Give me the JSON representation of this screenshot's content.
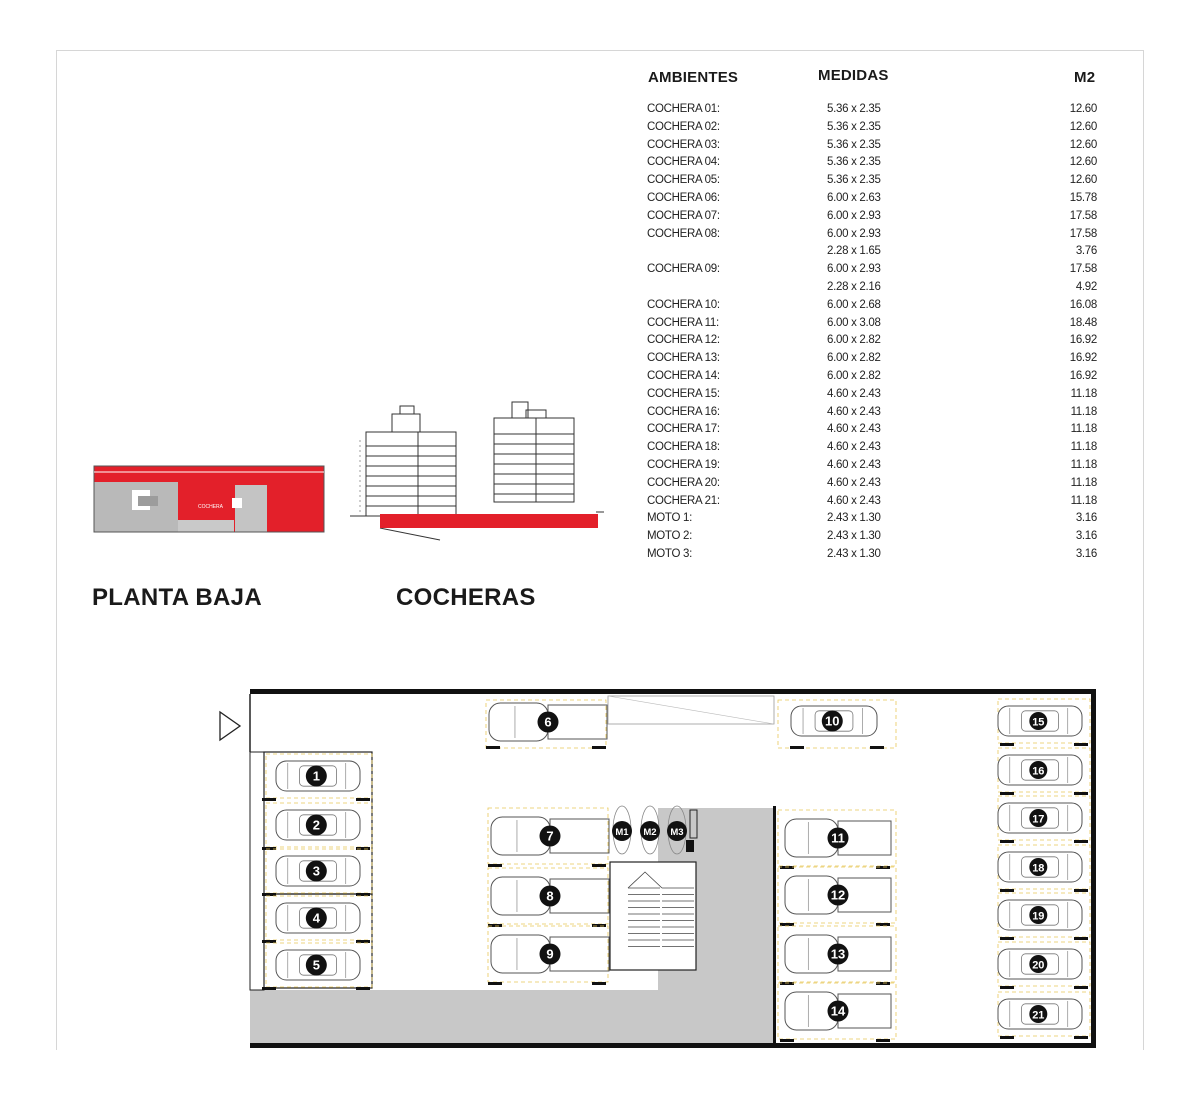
{
  "table": {
    "headers": {
      "ambientes": "AMBIENTES",
      "medidas": "MEDIDAS",
      "m2": "M2"
    },
    "rows": [
      {
        "ambiente": "COCHERA 01:",
        "medida": "5.36 x 2.35",
        "m2": "12.60"
      },
      {
        "ambiente": "COCHERA 02:",
        "medida": "5.36 x 2.35",
        "m2": "12.60"
      },
      {
        "ambiente": "COCHERA 03:",
        "medida": "5.36 x 2.35",
        "m2": "12.60"
      },
      {
        "ambiente": "COCHERA 04:",
        "medida": "5.36 x 2.35",
        "m2": "12.60"
      },
      {
        "ambiente": "COCHERA 05:",
        "medida": "5.36 x 2.35",
        "m2": "12.60"
      },
      {
        "ambiente": "COCHERA 06:",
        "medida": "6.00 x 2.63",
        "m2": "15.78"
      },
      {
        "ambiente": "COCHERA 07:",
        "medida": "6.00 x 2.93",
        "m2": "17.58"
      },
      {
        "ambiente": "COCHERA 08:",
        "medida": "6.00 x 2.93",
        "m2": "17.58"
      },
      {
        "ambiente": "",
        "medida": "2.28 x 1.65",
        "m2": "3.76"
      },
      {
        "ambiente": "COCHERA 09:",
        "medida": "6.00 x 2.93",
        "m2": "17.58"
      },
      {
        "ambiente": "",
        "medida": "2.28 x 2.16",
        "m2": "4.92"
      },
      {
        "ambiente": "COCHERA 10:",
        "medida": "6.00 x 2.68",
        "m2": "16.08"
      },
      {
        "ambiente": "COCHERA 11:",
        "medida": "6.00 x 3.08",
        "m2": "18.48"
      },
      {
        "ambiente": "COCHERA 12:",
        "medida": "6.00 x 2.82",
        "m2": "16.92"
      },
      {
        "ambiente": "COCHERA 13:",
        "medida": "6.00 x 2.82",
        "m2": "16.92"
      },
      {
        "ambiente": "COCHERA 14:",
        "medida": "6.00 x 2.82",
        "m2": "16.92"
      },
      {
        "ambiente": "COCHERA 15:",
        "medida": "4.60 x 2.43",
        "m2": "11.18"
      },
      {
        "ambiente": "COCHERA 16:",
        "medida": "4.60 x 2.43",
        "m2": "11.18"
      },
      {
        "ambiente": "COCHERA 17:",
        "medida": "4.60 x 2.43",
        "m2": "11.18"
      },
      {
        "ambiente": "COCHERA 18:",
        "medida": "4.60 x 2.43",
        "m2": "11.18"
      },
      {
        "ambiente": "COCHERA 19:",
        "medida": "4.60 x 2.43",
        "m2": "11.18"
      },
      {
        "ambiente": "COCHERA 20:",
        "medida": "4.60 x 2.43",
        "m2": "11.18"
      },
      {
        "ambiente": "COCHERA 21:",
        "medida": "4.60 x 2.43",
        "m2": "11.18"
      },
      {
        "ambiente": "MOTO 1:",
        "medida": "2.43 x 1.30",
        "m2": "3.16"
      },
      {
        "ambiente": "MOTO 2:",
        "medida": "2.43 x 1.30",
        "m2": "3.16"
      },
      {
        "ambiente": "MOTO 3:",
        "medida": "2.43 x 1.30",
        "m2": "3.16"
      }
    ]
  },
  "labels": {
    "planta_baja": "PLANTA BAJA",
    "cocheras": "COCHERAS"
  },
  "planta_baja_tag": "COCHERA",
  "spots": {
    "cars": [
      "1",
      "2",
      "3",
      "4",
      "5",
      "6",
      "7",
      "8",
      "9",
      "10",
      "11",
      "12",
      "13",
      "14",
      "15",
      "16",
      "17",
      "18",
      "19",
      "20",
      "21"
    ],
    "motos": [
      "M1",
      "M2",
      "M3"
    ]
  },
  "colors": {
    "highlight_red": "#e3202a",
    "core_gray": "#c8c8c8",
    "wall_black": "#111111",
    "spot_line_yellow": "#e8c85a"
  },
  "icons": {
    "entrance": "entrance-arrow-icon"
  }
}
